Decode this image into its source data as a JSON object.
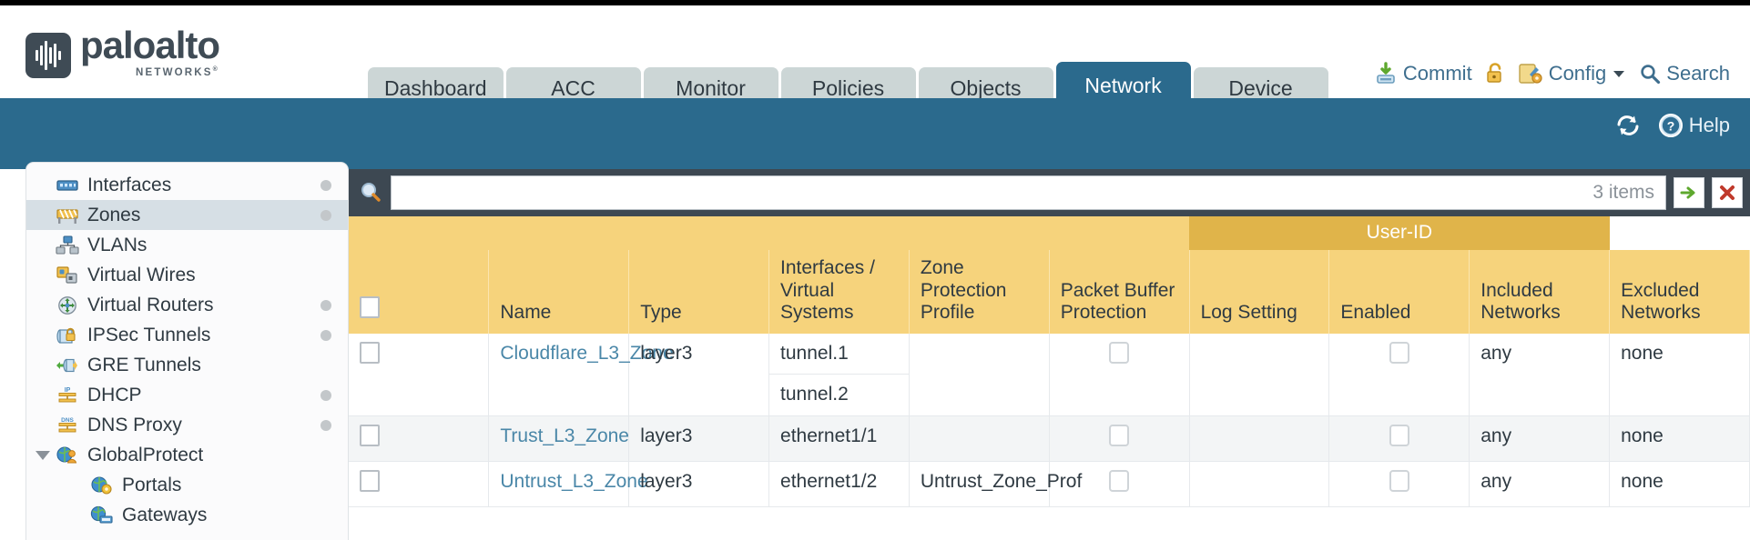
{
  "brand": {
    "name": "paloalto",
    "tagline": "NETWORKS",
    "registered": "®"
  },
  "nav": {
    "tabs": [
      {
        "label": "Dashboard",
        "active": false
      },
      {
        "label": "ACC",
        "active": false
      },
      {
        "label": "Monitor",
        "active": false
      },
      {
        "label": "Policies",
        "active": false
      },
      {
        "label": "Objects",
        "active": false
      },
      {
        "label": "Network",
        "active": true
      },
      {
        "label": "Device",
        "active": false
      }
    ]
  },
  "top_actions": {
    "commit": "Commit",
    "lock_icon": "lock-icon",
    "config": "Config",
    "config_caret": "chevron-down-icon",
    "search": "Search"
  },
  "band": {
    "refresh_icon": "refresh-icon",
    "help": "Help",
    "help_icon": "question-circle-icon"
  },
  "sidebar": {
    "items": [
      {
        "label": "Interfaces",
        "icon": "interfaces-icon",
        "selected": false,
        "dot": true,
        "child": false,
        "caret": false
      },
      {
        "label": "Zones",
        "icon": "zones-icon",
        "selected": true,
        "dot": true,
        "child": false,
        "caret": false
      },
      {
        "label": "VLANs",
        "icon": "vlans-icon",
        "selected": false,
        "dot": false,
        "child": false,
        "caret": false
      },
      {
        "label": "Virtual Wires",
        "icon": "virtual-wires-icon",
        "selected": false,
        "dot": false,
        "child": false,
        "caret": false
      },
      {
        "label": "Virtual Routers",
        "icon": "virtual-routers-icon",
        "selected": false,
        "dot": true,
        "child": false,
        "caret": false
      },
      {
        "label": "IPSec Tunnels",
        "icon": "ipsec-tunnels-icon",
        "selected": false,
        "dot": true,
        "child": false,
        "caret": false
      },
      {
        "label": "GRE Tunnels",
        "icon": "gre-tunnels-icon",
        "selected": false,
        "dot": false,
        "child": false,
        "caret": false
      },
      {
        "label": "DHCP",
        "icon": "dhcp-icon",
        "selected": false,
        "dot": true,
        "child": false,
        "caret": false
      },
      {
        "label": "DNS Proxy",
        "icon": "dns-proxy-icon",
        "selected": false,
        "dot": true,
        "child": false,
        "caret": false
      },
      {
        "label": "GlobalProtect",
        "icon": "globalprotect-icon",
        "selected": false,
        "dot": false,
        "child": false,
        "caret": true
      },
      {
        "label": "Portals",
        "icon": "portals-icon",
        "selected": false,
        "dot": false,
        "child": true,
        "caret": false
      },
      {
        "label": "Gateways",
        "icon": "gateways-icon",
        "selected": false,
        "dot": false,
        "child": true,
        "caret": false
      }
    ]
  },
  "filter": {
    "search_icon": "search-icon",
    "search_value": "",
    "search_placeholder": "",
    "items_count": "3 items",
    "apply_icon": "green-arrow-right-icon",
    "clear_icon": "red-x-icon"
  },
  "table": {
    "group_header": "User-ID",
    "columns": [
      "Name",
      "Type",
      "Interfaces / Virtual Systems",
      "Zone Protection Profile",
      "Packet Buffer Protection",
      "Log Setting",
      "Enabled",
      "Included Networks",
      "Excluded Networks"
    ],
    "header_checkbox_checked": false,
    "rows": [
      {
        "checked": false,
        "name": "Cloudflare_L3_Zone",
        "type": "layer3",
        "interfaces": [
          "tunnel.1",
          "tunnel.2"
        ],
        "zone_protection_profile": "",
        "packet_buffer_protection": false,
        "log_setting": "",
        "user_id_enabled": false,
        "included_networks": "any",
        "excluded_networks": "none"
      },
      {
        "checked": false,
        "name": "Trust_L3_Zone",
        "type": "layer3",
        "interfaces": [
          "ethernet1/1"
        ],
        "zone_protection_profile": "",
        "packet_buffer_protection": false,
        "log_setting": "",
        "user_id_enabled": false,
        "included_networks": "any",
        "excluded_networks": "none"
      },
      {
        "checked": false,
        "name": "Untrust_L3_Zone",
        "type": "layer3",
        "interfaces": [
          "ethernet1/2"
        ],
        "zone_protection_profile": "Untrust_Zone_Prof",
        "packet_buffer_protection": false,
        "log_setting": "",
        "user_id_enabled": false,
        "included_networks": "any",
        "excluded_networks": "none"
      }
    ]
  },
  "colors": {
    "brand_dark": "#3f4b55",
    "band_blue": "#2b6a8d",
    "tab_inactive": "#ccd6d6",
    "header_amber": "#f6d37c",
    "group_amber": "#e0b44a",
    "filter_slate": "#3d4852",
    "link_teal": "#4a87a8"
  }
}
